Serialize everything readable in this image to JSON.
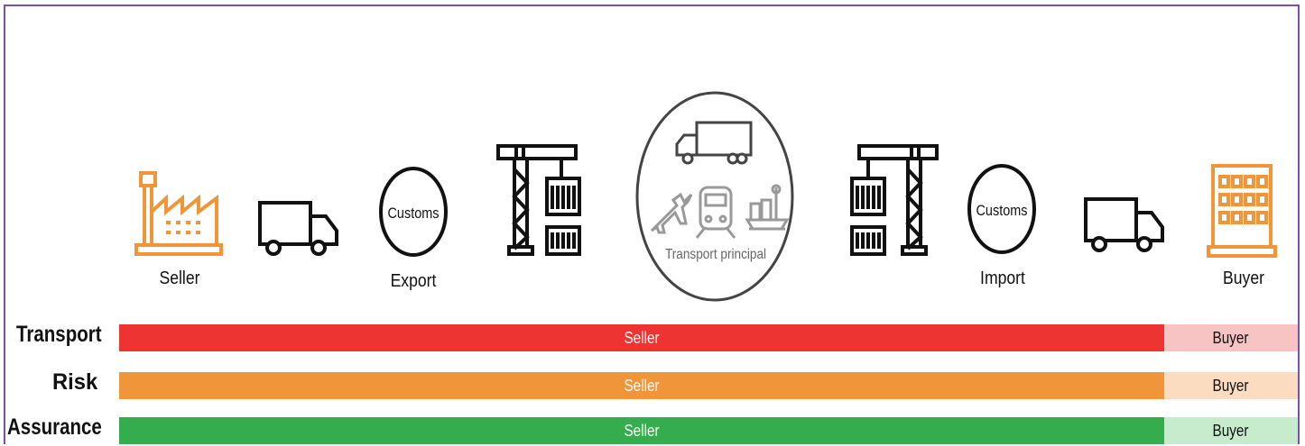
{
  "stages": {
    "seller": "Seller",
    "export_customs": "Customs",
    "export": "Export",
    "transport_principal": "Transport principal",
    "import_customs": "Customs",
    "import": "Import",
    "buyer": "Buyer"
  },
  "rows": [
    {
      "label": "Transport",
      "left": "Seller",
      "right": "Buyer",
      "left_color": "#ee3333",
      "right_color": "#f7c3c3"
    },
    {
      "label": "Risk",
      "left": "Seller",
      "right": "Buyer",
      "left_color": "#f0953a",
      "right_color": "#fbdcc0"
    },
    {
      "label": "Assurance",
      "left": "Seller",
      "right": "Buyer",
      "left_color": "#35ad4f",
      "right_color": "#c7ebcd"
    }
  ],
  "colors": {
    "frame": "#7a4fb5",
    "building": "#f0953a",
    "icon_stroke": "#111111",
    "principal_stroke": "#8a8a8a"
  }
}
